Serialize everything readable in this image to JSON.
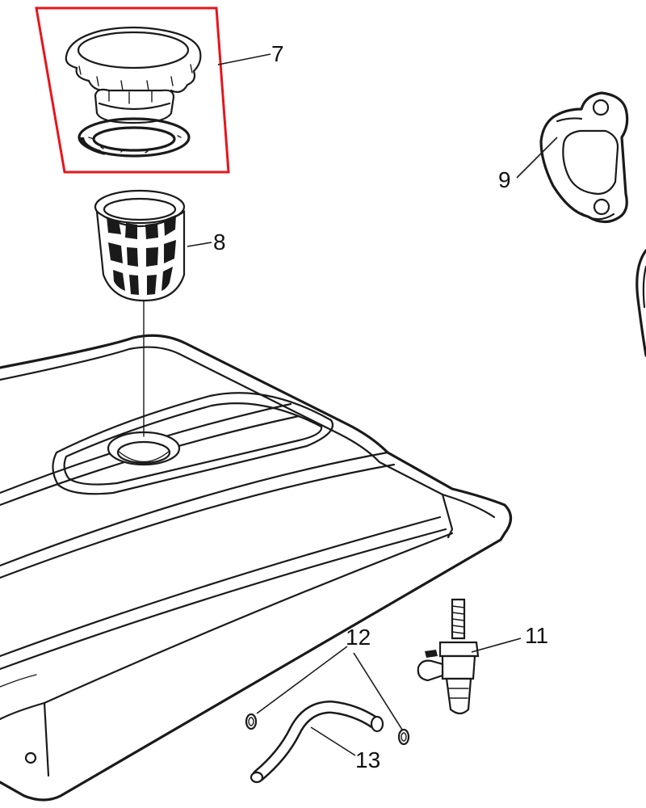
{
  "highlight_color": "#e8141c",
  "callouts": {
    "c7": "7",
    "c8": "8",
    "c9": "9",
    "c11": "11",
    "c12": "12",
    "c13": "13"
  }
}
